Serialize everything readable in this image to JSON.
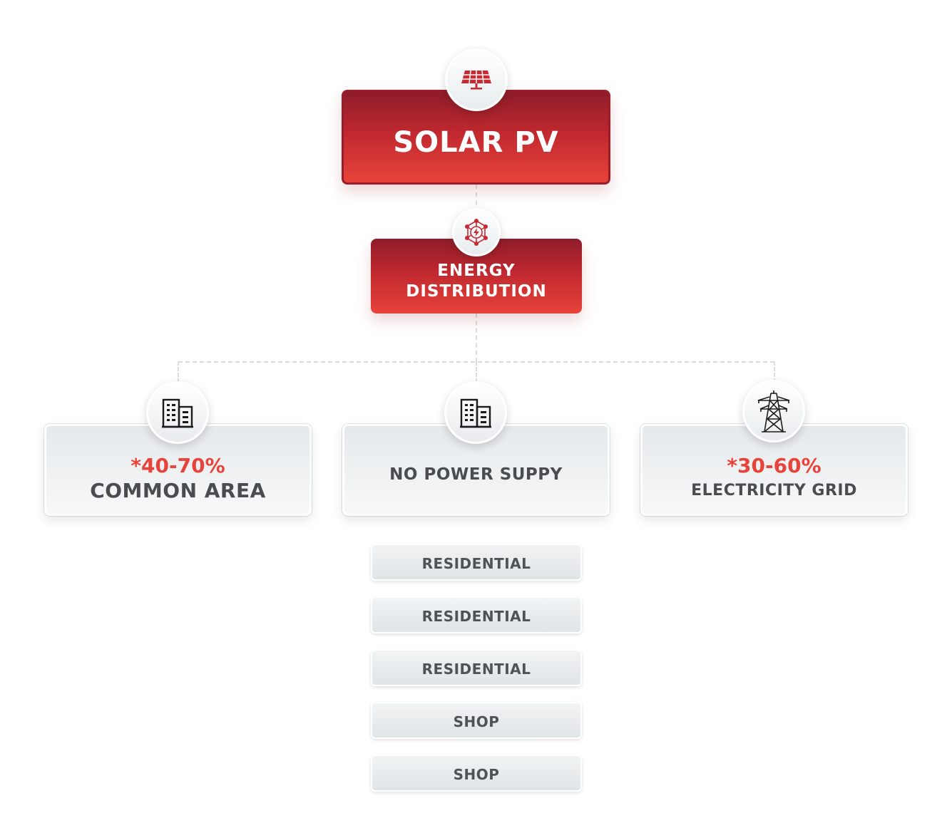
{
  "root": {
    "title": "SOLAR PV",
    "icon": "solar-panel-icon",
    "accent": "#c0282f"
  },
  "distribution": {
    "title": "ENERGY DISTRIBUTION",
    "icon": "energy-network-icon"
  },
  "branches": [
    {
      "percentage": "*40-70%",
      "label": "COMMON AREA",
      "icon": "building-icon"
    },
    {
      "percentage": "",
      "label": "NO POWER SUPPY",
      "icon": "building-icon"
    },
    {
      "percentage": "*30-60%",
      "label": "ELECTRICITY GRID",
      "icon": "power-tower-icon"
    }
  ],
  "sub_items": [
    "RESIDENTIAL",
    "RESIDENTIAL",
    "RESIDENTIAL",
    "SHOP",
    "SHOP"
  ],
  "colors": {
    "red_dark": "#8e1c2a",
    "red_light": "#e8433a",
    "percent": "#e8433a",
    "text_gray": "#4a4d50"
  }
}
